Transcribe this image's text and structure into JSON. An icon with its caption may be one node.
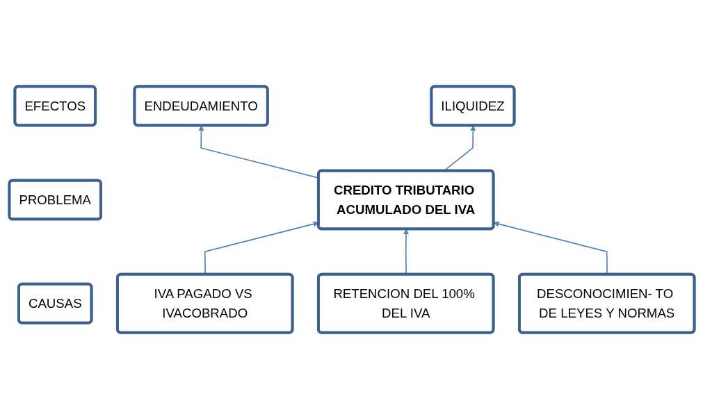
{
  "diagram": {
    "nodes": [
      {
        "text": [
          "EFECTOS"
        ]
      },
      {
        "text": [
          "ENDEUDAMIENTO"
        ]
      },
      {
        "text": [
          "ILIQUIDEZ"
        ]
      },
      {
        "text": [
          "PROBLEMA"
        ]
      },
      {
        "text": [
          "CREDITO TRIBUTARIO ACUMULADO DEL IVA"
        ]
      },
      {
        "text": [
          "CAUSAS"
        ]
      },
      {
        "text": [
          "IVA PAGADO VS IVACOBRADO"
        ]
      },
      {
        "text": [
          "RETENCION DEL 100% DEL IVA"
        ]
      },
      {
        "text": [
          "DESCONOCIMIEN- TO DE LEYES Y NORMAS"
        ]
      }
    ],
    "edges": [
      {
        "from": 4,
        "to": 1,
        "arrow": "to"
      },
      {
        "from": 4,
        "to": 2,
        "arrow": "to"
      },
      {
        "from": 6,
        "to": 4,
        "arrow": "to"
      },
      {
        "from": 7,
        "to": 4,
        "arrow": "to"
      },
      {
        "from": 8,
        "to": 4,
        "arrow": "to"
      }
    ]
  }
}
